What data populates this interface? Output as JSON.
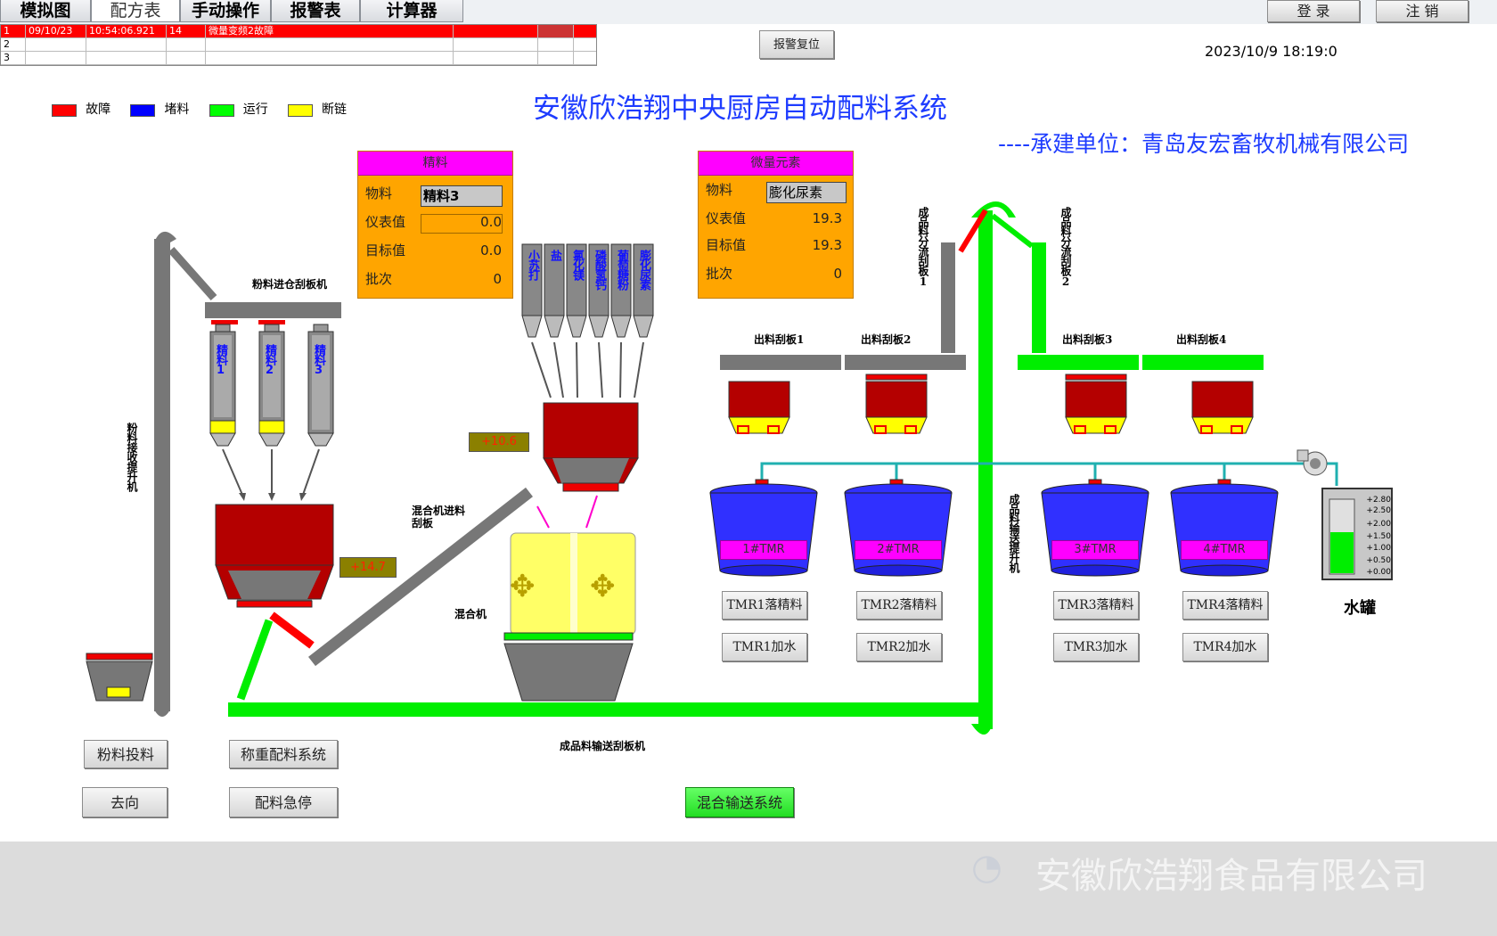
{
  "menu": {
    "tabs": [
      "模拟图",
      "配方表",
      "手动操作",
      "报警表",
      "计算器"
    ],
    "login": "登 录",
    "logout": "注 销"
  },
  "alarm_table": {
    "rows": [
      {
        "no": "1",
        "date": "09/10/23",
        "time": "10:54:06.921",
        "code": "14",
        "msg": "微量变频2故障"
      },
      {
        "no": "2",
        "date": "",
        "time": "",
        "code": "",
        "msg": ""
      },
      {
        "no": "3",
        "date": "",
        "time": "",
        "code": "",
        "msg": ""
      }
    ],
    "reset_button": "报警复位",
    "datetime": "2023/10/9 18:19:0"
  },
  "title": "安徽欣浩翔中央厨房自动配料系统",
  "subtitle": "----承建单位：青岛友宏畜牧机械有限公司",
  "legend": [
    {
      "label": "故障",
      "color": "#ff0000"
    },
    {
      "label": "堵料",
      "color": "#0000ff"
    },
    {
      "label": "运行",
      "color": "#00ff00"
    },
    {
      "label": "断链",
      "color": "#ffff00"
    }
  ],
  "panel_jingliao": {
    "header": "精料",
    "material_label": "物料",
    "material_value": "精料3",
    "meter_label": "仪表值",
    "meter_value": "0.0",
    "target_label": "目标值",
    "target_value": "0.0",
    "batch_label": "批次",
    "batch_value": "0"
  },
  "panel_weiliang": {
    "header": "微量元素",
    "material_label": "物料",
    "material_value": "膨化尿素",
    "meter_label": "仪表值",
    "meter_value": "19.3",
    "target_label": "目标值",
    "target_value": "19.3",
    "batch_label": "批次",
    "batch_value": "0"
  },
  "labels": {
    "powder_scraper": "粉料进仓刮板机",
    "powder_elevator": "粉料接收提升机",
    "mixer_scraper": "混合机进料刮板",
    "mixer": "混合机",
    "product_scraper": "成品料输送刮板机",
    "divert1": "成品料分流刮板1",
    "divert2": "成品料分流刮板2",
    "product_elevator": "成品料输送提升机",
    "discharge": [
      "出料刮板1",
      "出料刮板2",
      "出料刮板3",
      "出料刮板4"
    ],
    "water_tank": "水罐"
  },
  "silos_jing": [
    "精料1",
    "精料2",
    "精料3"
  ],
  "silos_wei": [
    "小苏打",
    "盐",
    "氯化镁",
    "磷酸氢钙",
    "葡萄糖粉",
    "膨化尿素"
  ],
  "readouts": {
    "scale1": "+14.7",
    "scale2": "+10.6"
  },
  "tmr": [
    {
      "name": "1#TMR",
      "btn_drop": "TMR1落精料",
      "btn_water": "TMR1加水"
    },
    {
      "name": "2#TMR",
      "btn_drop": "TMR2落精料",
      "btn_water": "TMR2加水"
    },
    {
      "name": "3#TMR",
      "btn_drop": "TMR3落精料",
      "btn_water": "TMR3加水"
    },
    {
      "name": "4#TMR",
      "btn_drop": "TMR4落精料",
      "btn_water": "TMR4加水"
    }
  ],
  "water_scale": [
    "+2.80",
    "+2.50",
    "+2.00",
    "+1.50",
    "+1.00",
    "+0.50",
    "+0.00"
  ],
  "water_level": 0.55,
  "buttons": {
    "powder_feed": "粉料投料",
    "direction": "去向",
    "weigh_system": "称重配料系统",
    "emergency_stop": "配料急停",
    "mix_convey": "混合输送系统"
  },
  "footer": {
    "watermark": "安徽欣浩翔食品有限公司"
  }
}
